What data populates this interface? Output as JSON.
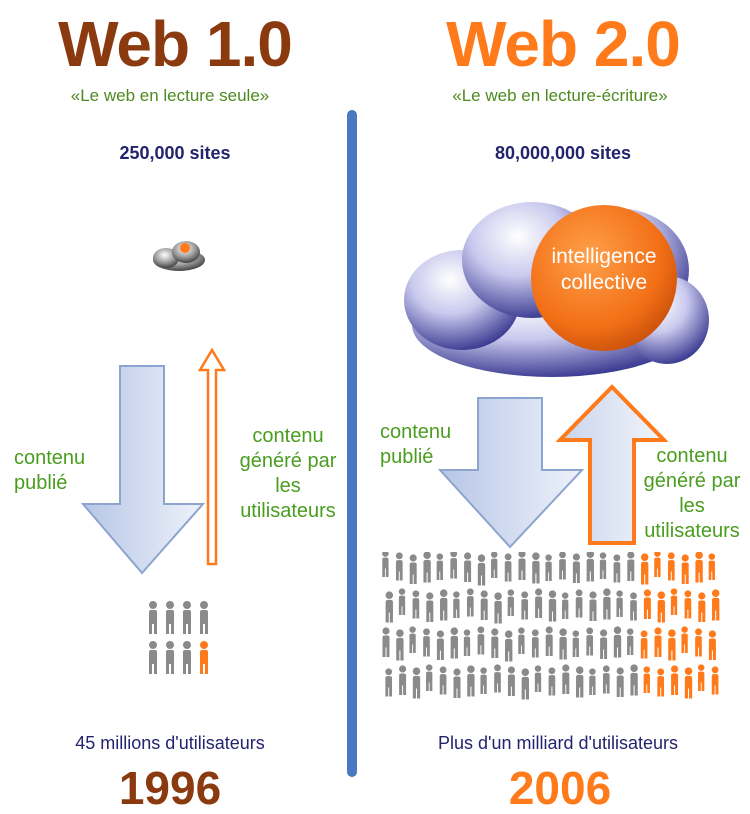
{
  "left": {
    "title": "Web 1.0",
    "subtitle": "«Le web en lecture seule»",
    "sites": "250,000 sites",
    "published_label": "contenu publié",
    "user_generated_label": "contenu généré par les utilisateurs",
    "users": "45 millions d'utilisateurs",
    "year": "1996"
  },
  "right": {
    "title": "Web 2.0",
    "subtitle": "«Le web en lecture-écriture»",
    "sites": "80,000,000 sites",
    "cloud_label": "intelligence collective",
    "published_label": "contenu publié",
    "user_generated_label": "contenu généré par les utilisateurs",
    "users": "Plus d'un milliard d'utilisateurs",
    "year": "2006"
  },
  "colors": {
    "web1": "#8b3a10",
    "web2": "#ff7a1a",
    "divider": "#4a78c2",
    "arrow_fill": "#d3ddf0",
    "arrow_stroke": "#8da4cf",
    "orange": "#ff7a1a",
    "person_grey": "#8a8a8a",
    "person_orange": "#ff7a1a"
  }
}
